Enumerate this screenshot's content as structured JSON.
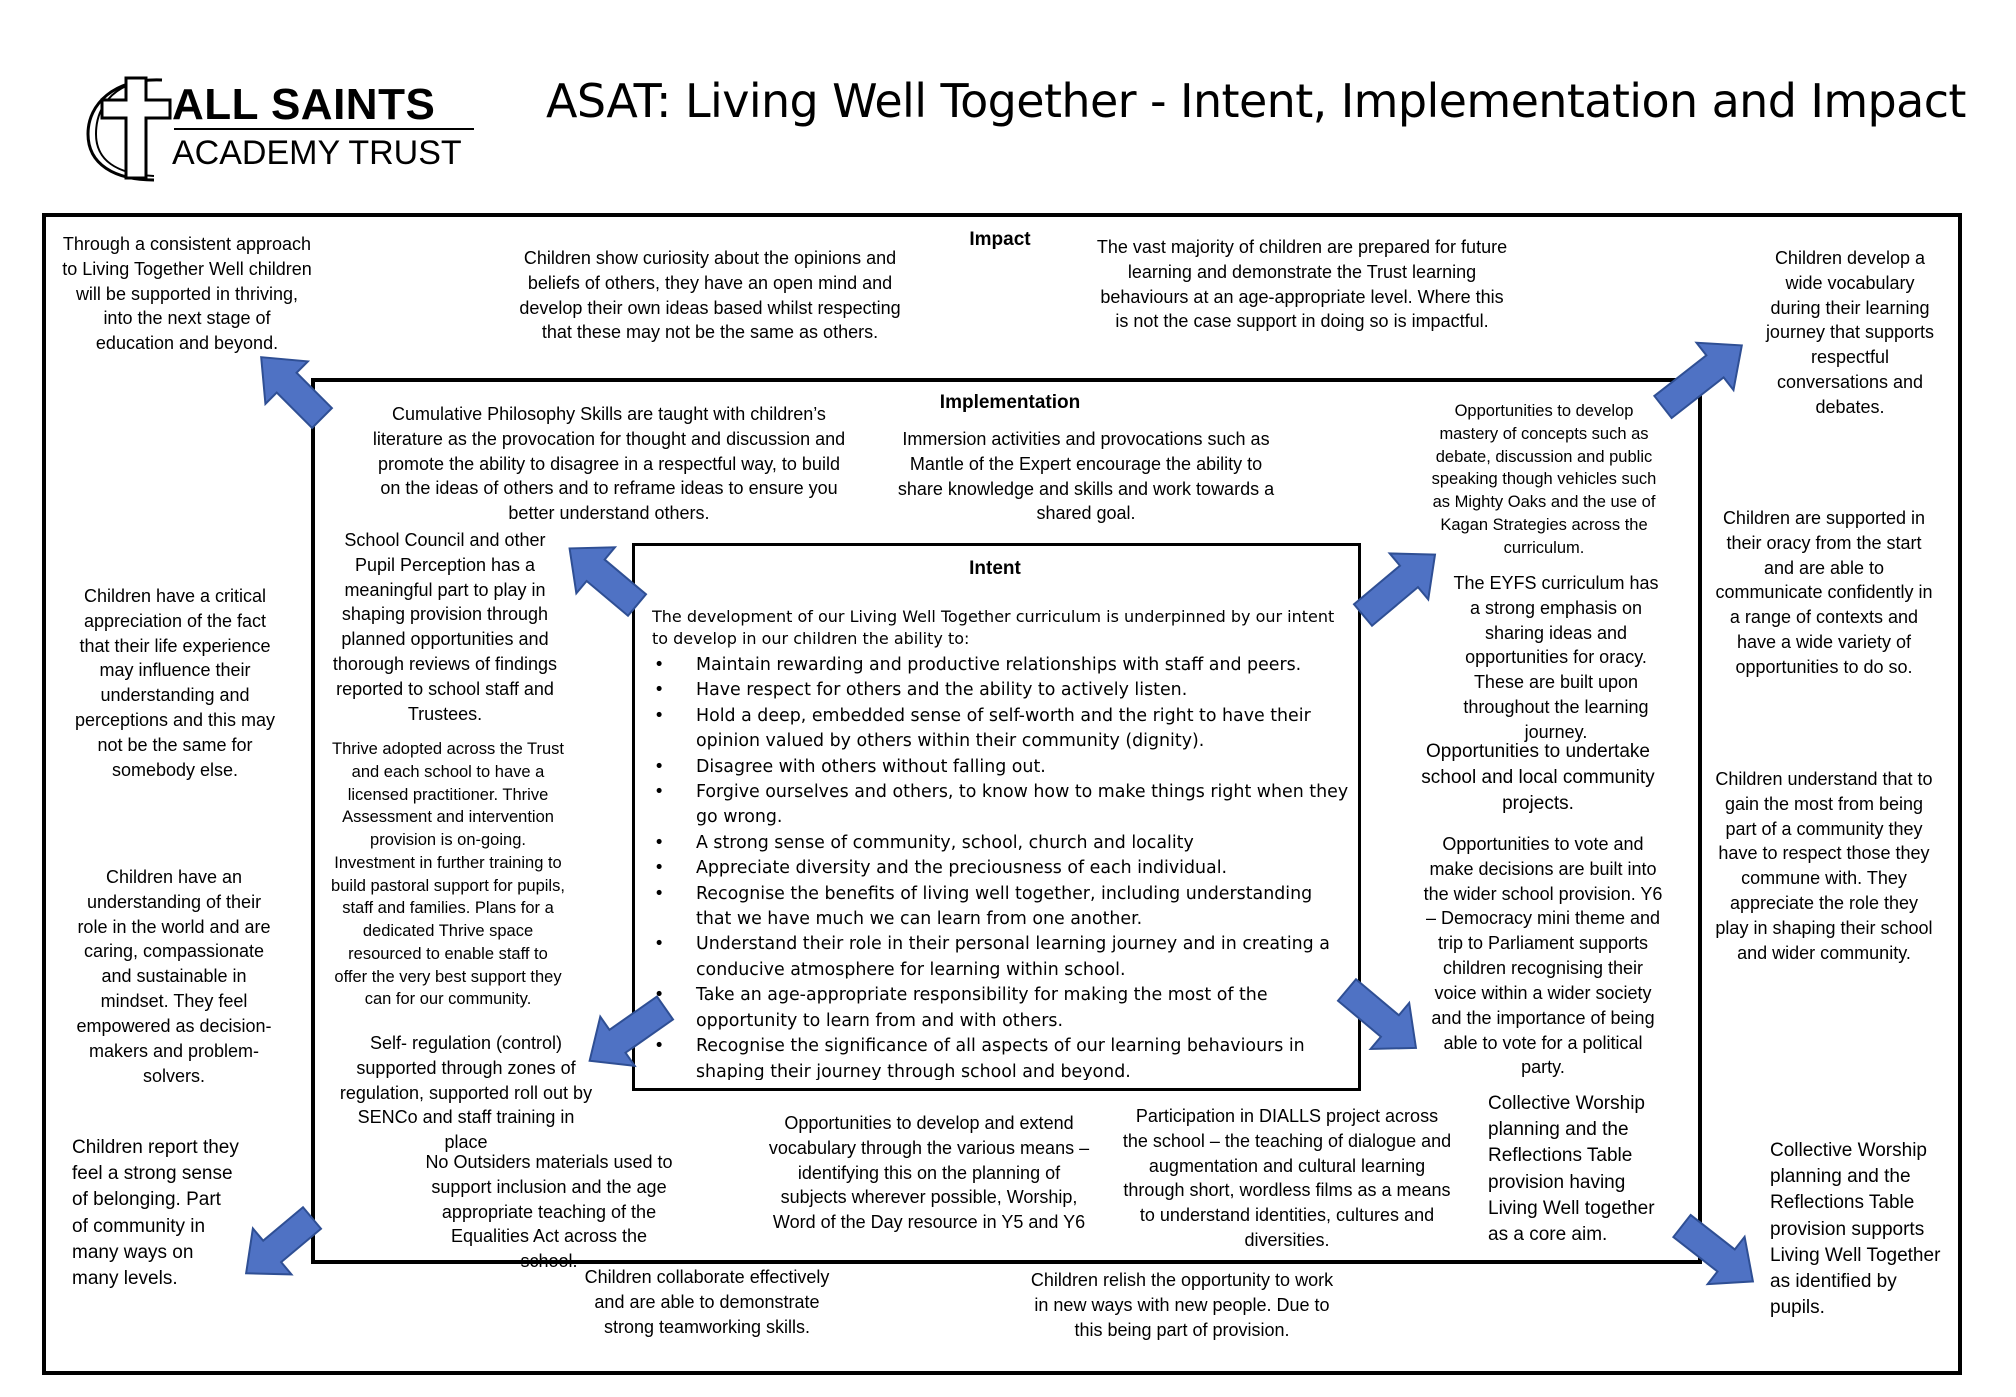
{
  "logo": {
    "line1": "ALL SAINTS",
    "line2": "ACADEMY TRUST",
    "icon": "cross-logo-icon"
  },
  "title": "ASAT: Living Well Together - Intent, Implementation and Impact",
  "impact": {
    "heading": "Impact",
    "top_left": "Through a consistent approach to Living Together Well children will be supported in thriving, into the next stage of education and beyond.",
    "top_center": "Children show curiosity about the opinions and beliefs of others, they have an open mind and develop their own ideas based whilst respecting that these may not be the same as others.",
    "top_right_center": "The vast majority of children are prepared for future learning and demonstrate the Trust learning behaviours at an age-appropriate level. Where this is not the case support in doing so is impactful.",
    "top_right": "Children develop a wide vocabulary during their learning journey that supports respectful conversations and debates.",
    "left_critical": "Children have a critical appreciation of the fact that their life experience may influence their understanding and perceptions and this may not be the same for somebody else.",
    "left_role": "Children have an understanding of their role in the world and are caring, compassionate and sustainable in mindset. They feel empowered as decision-makers and problem-solvers.",
    "left_belonging": "Children report they feel a strong sense of belonging. Part of community in many ways on many levels.",
    "right_oracy": "Children are supported in their oracy from the start and are able to communicate confidently in a range of contexts and have a wide variety of opportunities to do so.",
    "right_community": "Children understand that to gain the most from being part of a community they have to respect those they commune with. They appreciate the role they play in shaping  their school and wider community.",
    "right_worship": "Collective Worship planning and the Reflections Table provision supports Living Well Together as identified by pupils.",
    "bottom_collaborate": "Children collaborate effectively and are able to demonstrate strong teamworking skills.",
    "bottom_relish": "Children relish the opportunity to work in new ways with new people. Due to this being part of provision."
  },
  "implementation": {
    "heading": "Implementation",
    "philosophy": "Cumulative Philosophy Skills are taught with children’s literature as the provocation for thought and discussion and promote the ability to disagree in a respectful way, to build on the ideas of others and to reframe ideas to ensure you better understand others.",
    "immersion": "Immersion activities and provocations such as Mantle of the Expert encourage the ability to share knowledge and skills and work towards a shared goal.",
    "mastery": "Opportunities to develop mastery of concepts such as debate, discussion and public speaking though vehicles such as Mighty Oaks and the use of Kagan Strategies across the curriculum.",
    "school_council": "School Council and other Pupil Perception has a meaningful part to play in shaping provision through planned opportunities and thorough reviews of findings reported to school staff and Trustees.",
    "thrive": "Thrive adopted across the Trust and each school to have a licensed practitioner. Thrive Assessment and intervention provision is on-going. Investment in further training to build pastoral support for pupils, staff and families. Plans for a dedicated Thrive space resourced to enable staff to offer the very best support they can for our community.",
    "self_regulation": "Self- regulation (control) supported through zones of regulation, supported roll out by SENCo and staff training in place",
    "eyfs": "The EYFS curriculum has a strong emphasis on sharing ideas and opportunities for oracy. These are built upon throughout the learning journey.",
    "local_projects": "Opportunities to undertake school and local community projects.",
    "vote": "Opportunities to vote and make decisions are built into the wider school provision. Y6 – Democracy mini theme and trip to Parliament supports children recognising their voice within a wider society and the importance of being able to vote for a political party.",
    "no_outsiders": "No Outsiders materials used to support inclusion and  the age appropriate teaching of the Equalities Act across the school.",
    "vocabulary": "Opportunities to develop and extend vocabulary through the various means – identifying this on the planning of subjects wherever possible, Worship, Word of the Day resource in Y5 and Y6 classes.",
    "dialls": "Participation in DIALLS project across the school – the teaching of dialogue and augmentation and cultural learning through short, wordless films as a means to understand identities, cultures and diversities.",
    "worship": "Collective Worship planning and the Reflections Table provision having Living Well together as a core aim."
  },
  "intent": {
    "heading": "Intent",
    "intro": "The development of our Living Well Together curriculum is underpinned by our intent to develop in our children the ability to:",
    "items": [
      "Maintain rewarding and productive relationships with staff and peers.",
      "Have respect for others and the ability to actively listen.",
      "Hold a deep, embedded sense of self-worth and the right to have their opinion valued by others within their community (dignity).",
      "Disagree with others without falling out.",
      "Forgive ourselves and others, to know how to make things right when they go wrong.",
      "A strong sense of community, school, church and locality",
      "Appreciate diversity and the preciousness of each individual.",
      "Recognise the benefits of living well together, including understanding that we have much we can learn from one another.",
      "Understand their role in their personal learning journey and in creating a conducive atmosphere for learning within school.",
      "Take an age-appropriate responsibility for making the most of the opportunity to learn from and with others.",
      "Recognise the significance of all aspects of our learning behaviours in shaping their journey through school and beyond."
    ]
  },
  "colors": {
    "arrow_fill": "#4f72c4",
    "arrow_stroke": "#2f4f94"
  }
}
